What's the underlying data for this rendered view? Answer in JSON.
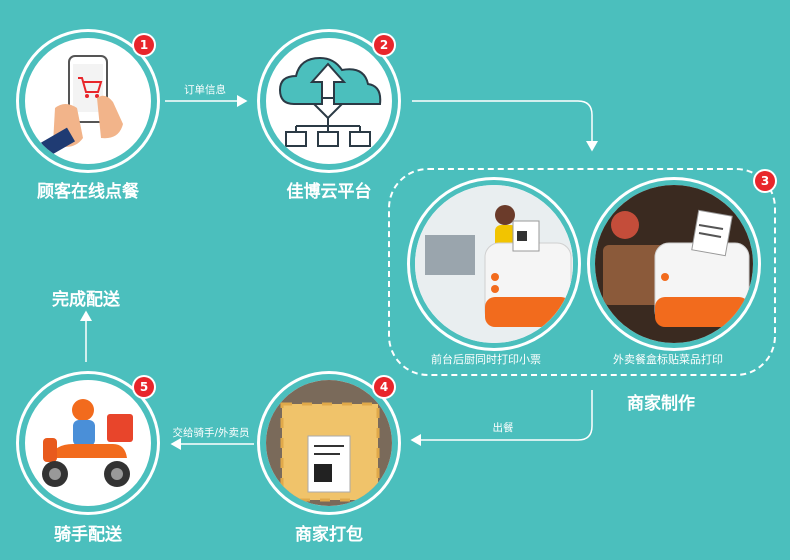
{
  "steps": {
    "s1": {
      "badge": "1",
      "label": "顾客在线点餐"
    },
    "s2": {
      "badge": "2",
      "label": "佳博云平台"
    },
    "s3": {
      "badge": "3",
      "label": "商家制作"
    },
    "s4": {
      "badge": "4",
      "label": "商家打包"
    },
    "s5": {
      "badge": "5",
      "label": "骑手配送"
    },
    "done": {
      "label": "完成配送"
    }
  },
  "edges": {
    "e1": "订单信息",
    "e3": "出餐",
    "e4": "交给骑手/外卖员"
  },
  "production": {
    "left_caption": "前台后厨同时打印小票",
    "right_caption": "外卖餐盒标贴菜品打印"
  },
  "colors": {
    "background": "#4bbfbd",
    "badge": "#e8262b",
    "printer_accent": "#f26b1d"
  }
}
